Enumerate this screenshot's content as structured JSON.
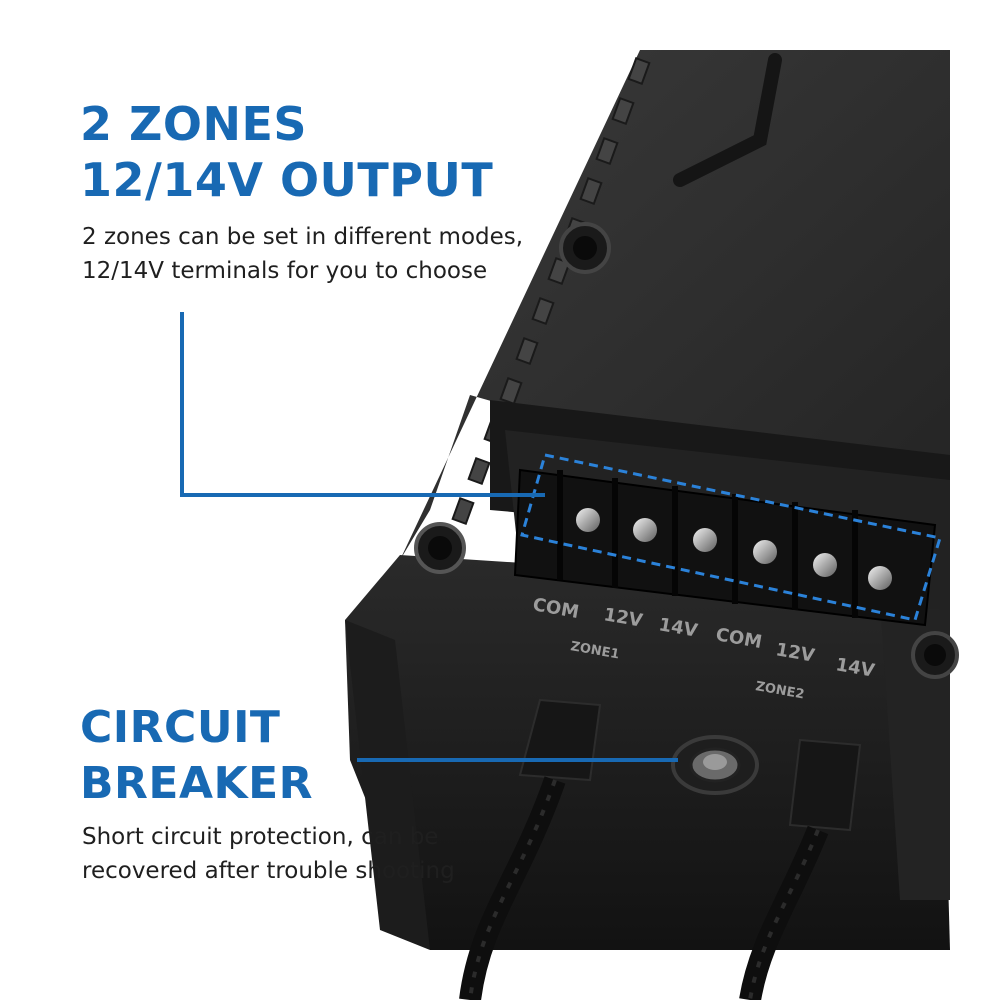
{
  "features": [
    {
      "title_lines": [
        "2 ZONES",
        "12/14V OUTPUT"
      ],
      "desc_lines": [
        "2 zones can be set in different modes,",
        "12/14V terminals for you to choose"
      ]
    },
    {
      "title_lines": [
        "CIRCUIT",
        "BREAKER"
      ],
      "desc_lines": [
        "Short circuit protection, can be",
        "recovered after trouble shooting"
      ]
    }
  ],
  "terminal_labels": {
    "zone1": [
      "COM",
      "12V",
      "14V"
    ],
    "zone1_name": "ZONE1",
    "zone2": [
      "COM",
      "12V",
      "14V"
    ],
    "zone2_name": "ZONE2"
  },
  "colors": {
    "accent": "#1869b3",
    "housing": "#262626",
    "housing_dark": "#141414",
    "text": "#1f1f1f"
  }
}
